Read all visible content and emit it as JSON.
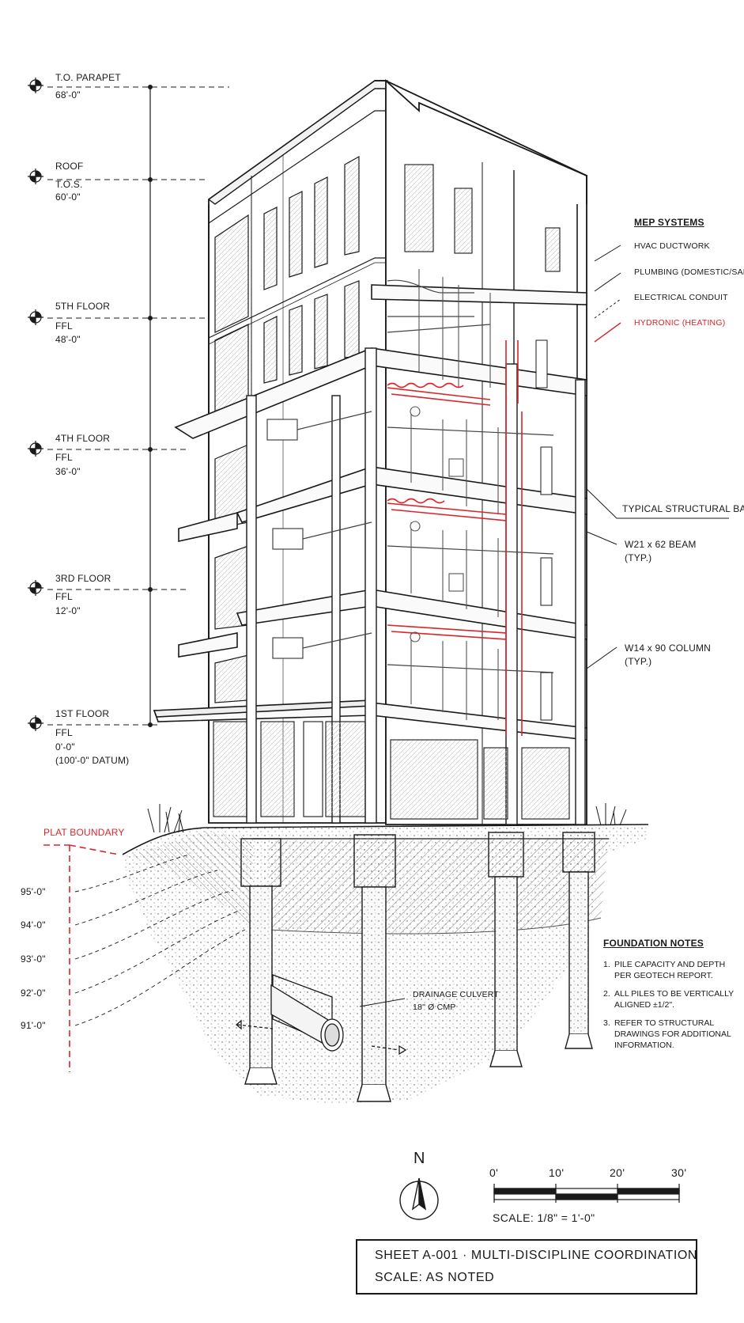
{
  "levels": [
    {
      "name": "T.O. PARAPET",
      "sub": "",
      "elev": "68'-0\"",
      "datum": ""
    },
    {
      "name": "ROOF",
      "sub": "T.O.S.",
      "elev": "60'-0\"",
      "datum": ""
    },
    {
      "name": "5TH FLOOR",
      "sub": "FFL",
      "elev": "48'-0\"",
      "datum": ""
    },
    {
      "name": "4TH FLOOR",
      "sub": "FFL",
      "elev": "36'-0\"",
      "datum": ""
    },
    {
      "name": "3RD FLOOR",
      "sub": "FFL",
      "elev": "12'-0\"",
      "datum": ""
    },
    {
      "name": "1ST FLOOR",
      "sub": "FFL",
      "elev": "0'-0\"",
      "datum": "(100'-0\" DATUM)"
    }
  ],
  "mep": {
    "title": "MEP SYSTEMS",
    "items": [
      "HVAC DUCTWORK",
      "PLUMBING (DOMESTIC/SAN)",
      "ELECTRICAL CONDUIT",
      "HYDRONIC (HEATING)"
    ],
    "highlight_color": "#d9262b"
  },
  "structure": {
    "bay": "TYPICAL STRUCTURAL BAY",
    "beam": "W21 x 62 BEAM",
    "beam_typ": "(TYP.)",
    "column": "W14 x 90 COLUMN",
    "column_typ": "(TYP.)"
  },
  "site": {
    "plat_boundary": "PLAT BOUNDARY",
    "contours": [
      "95'-0\"",
      "94'-0\"",
      "93'-0\"",
      "92'-0\"",
      "91'-0\""
    ]
  },
  "culvert": {
    "title": "DRAINAGE CULVERT",
    "size": "18\" Ø CMP"
  },
  "foundation": {
    "title": "FOUNDATION NOTES",
    "notes": [
      {
        "num": "1.",
        "line1": "PILE CAPACITY AND DEPTH",
        "line2": "PER GEOTECH REPORT.",
        "line3": ""
      },
      {
        "num": "2.",
        "line1": "ALL PILES TO BE VERTICALLY",
        "line2": "ALIGNED ±1/2\".",
        "line3": ""
      },
      {
        "num": "3.",
        "line1": "REFER TO STRUCTURAL",
        "line2": "DRAWINGS FOR ADDITIONAL",
        "line3": "INFORMATION."
      }
    ]
  },
  "north_arrow": {
    "label": "N"
  },
  "scale_bar": {
    "ticks": [
      "0'",
      "10'",
      "20'",
      "30'"
    ],
    "text": "SCALE: 1/8\" = 1'-0\""
  },
  "title_block": {
    "line1": "SHEET A-001  ·  MULTI-DISCIPLINE COORDINATION",
    "line2": "SCALE:  AS NOTED"
  },
  "colors": {
    "ink": "#1a1a1a",
    "accent": "#d9262b",
    "paper": "#ffffff"
  }
}
